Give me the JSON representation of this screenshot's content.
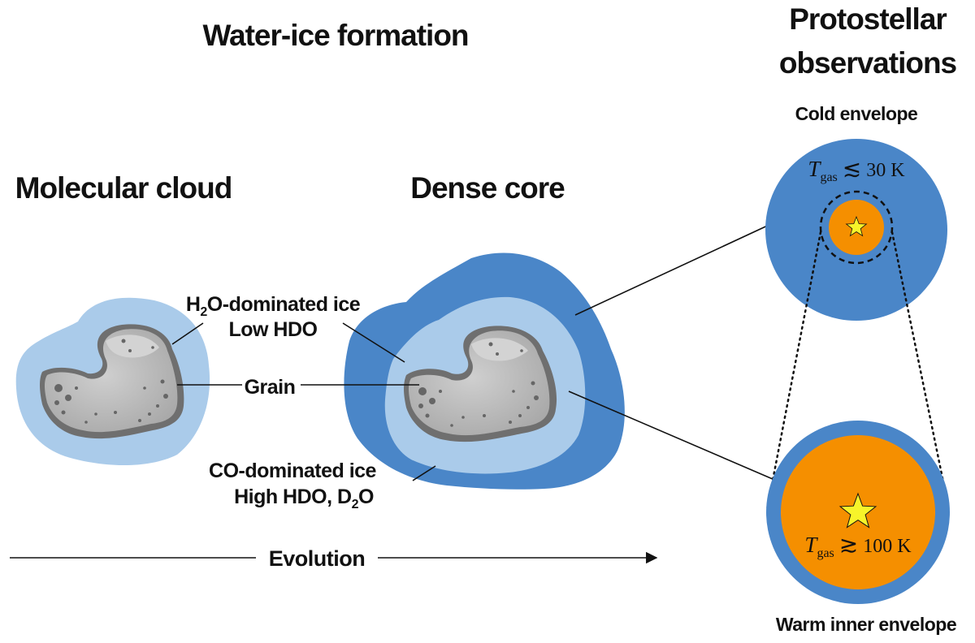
{
  "titles": {
    "water_ice": "Water-ice formation",
    "protostellar_line1": "Protostellar",
    "protostellar_line2": "observations"
  },
  "stages": {
    "molecular_cloud": "Molecular cloud",
    "dense_core": "Dense core"
  },
  "labels": {
    "h2o_ice_part1": "H",
    "h2o_ice_sub": "2",
    "h2o_ice_part2": "O-dominated ice",
    "low_hdo": "Low HDO",
    "grain": "Grain",
    "co_ice": "CO-dominated ice",
    "high_hdo_part1": "High HDO, D",
    "high_hdo_sub": "2",
    "high_hdo_part2": "O"
  },
  "evolution": "Evolution",
  "envelopes": {
    "cold_title": "Cold envelope",
    "cold_temp": {
      "symbol": "T",
      "sub": "gas",
      "relation": "≲",
      "value": "30 K"
    },
    "warm_title": "Warm inner envelope",
    "warm_temp": {
      "symbol": "T",
      "sub": "gas",
      "relation": "≳",
      "value": "100 K"
    }
  },
  "colors": {
    "outer_ice": "#4a86c8",
    "inner_ice": "#aacbea",
    "grain_dark": "#6f6f6f",
    "grain_light": "#c2c2c2",
    "warm": "#f58f00",
    "star": "#f7f42a"
  }
}
